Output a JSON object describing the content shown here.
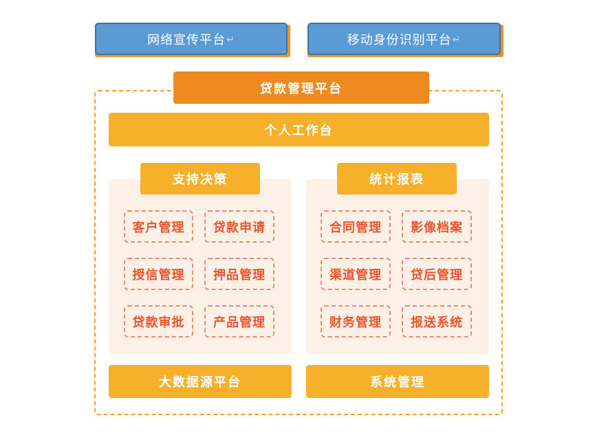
{
  "top_platforms": {
    "left": "网络宣传平台",
    "right": "移动身份识别平台",
    "return_mark": "↵"
  },
  "main": {
    "title": "贷款管理平台",
    "workbench": "个人工作台",
    "left_section": {
      "title": "支持决策",
      "modules": [
        "客户管理",
        "贷款申请",
        "授信管理",
        "押品管理",
        "贷款审批",
        "产品管理"
      ]
    },
    "right_section": {
      "title": "统计报表",
      "modules": [
        "合同管理",
        "影像档案",
        "渠道管理",
        "贷后管理",
        "财务管理",
        "报送系统"
      ]
    },
    "bottom_left": "大数据源平台",
    "bottom_right": "系统管理"
  },
  "colors": {
    "blue": "#5b9bd5",
    "orange": "#ef8a1f",
    "yellow": "#f6b02a",
    "module_text": "#e8552f",
    "panel_bg": "#fdf1e7"
  }
}
